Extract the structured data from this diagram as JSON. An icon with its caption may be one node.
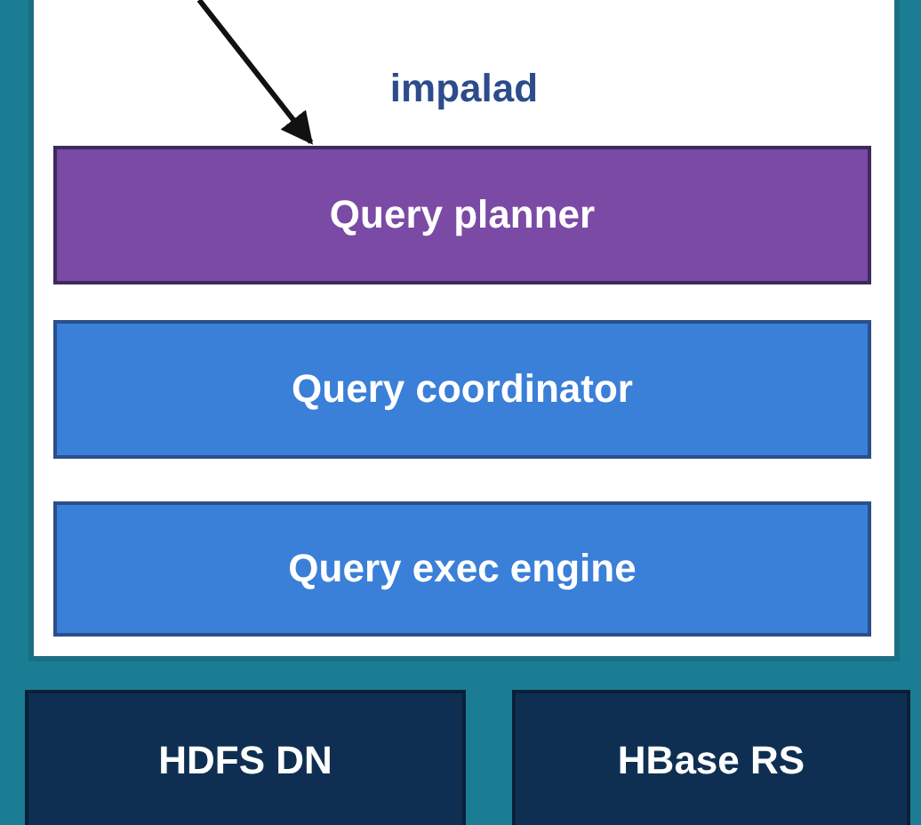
{
  "diagram": {
    "nodes": [
      {
        "text": [
          "impalad"
        ]
      },
      {
        "text": [
          "Query planner"
        ],
        "in": 0
      },
      {
        "text": [
          "Query coordinator"
        ],
        "in": 0
      },
      {
        "text": [
          "Query exec engine"
        ],
        "in": 0
      },
      {
        "text": [
          "HDFS DN"
        ]
      },
      {
        "text": [
          "HBase RS"
        ]
      }
    ],
    "edges": [
      {
        "from": null,
        "to": 1,
        "arrow": "to"
      }
    ]
  }
}
